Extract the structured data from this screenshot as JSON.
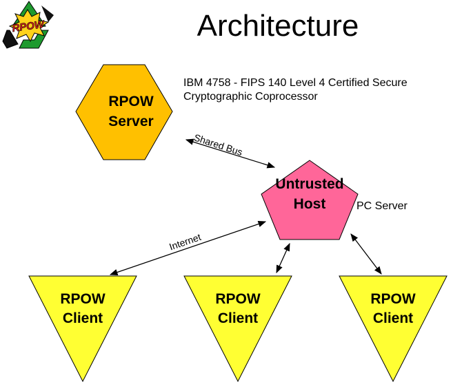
{
  "logo": {
    "text": "RPOW"
  },
  "title": "Architecture",
  "notes": {
    "server_line1": "IBM 4758 - FIPS 140 Level 4 Certified Secure",
    "server_line2": "Cryptographic Coprocessor",
    "host": "PC Server"
  },
  "nodes": {
    "server": {
      "line1": "RPOW",
      "line2": "Server",
      "color": "#FFC000"
    },
    "host": {
      "line1": "Untrusted",
      "line2": "Host",
      "color": "#FF6699"
    },
    "client1": {
      "line1": "RPOW",
      "line2": "Client",
      "color": "#FFFF33"
    },
    "client2": {
      "line1": "RPOW",
      "line2": "Client",
      "color": "#FFFF33"
    },
    "client3": {
      "line1": "RPOW",
      "line2": "Client",
      "color": "#FFFF33"
    }
  },
  "edges": {
    "shared_bus": "Shared Bus",
    "internet": "Internet"
  }
}
